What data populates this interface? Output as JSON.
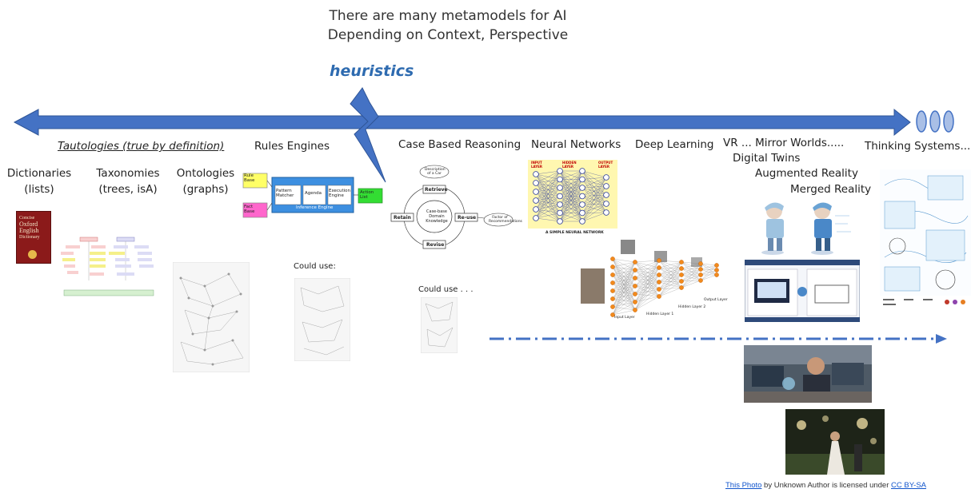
{
  "title": {
    "line1": "There are many metamodels for AI",
    "line2": "Depending on Context, Perspective"
  },
  "heuristics": "heuristics",
  "colors": {
    "arrow": "#4472c4",
    "accent_text": "#2e6bb0",
    "link": "#1155cc"
  },
  "categories": {
    "tautologies": "Tautologies (true by definition)",
    "dictionaries": {
      "line1": "Dictionaries",
      "line2": "(lists)"
    },
    "taxonomies": {
      "line1": "Taxonomies",
      "line2": "(trees, isA)"
    },
    "ontologies": {
      "line1": "Ontologies",
      "line2": "(graphs)"
    },
    "rules_engines": "Rules Engines",
    "case_based": "Case Based Reasoning",
    "neural_networks": "Neural Networks",
    "deep_learning": "Deep Learning",
    "vr": "VR ... Mirror Worlds.....",
    "digital_twins": "Digital Twins",
    "augmented_reality": "Augmented Reality",
    "merged_reality": "Merged Reality",
    "thinking_systems": "Thinking Systems..."
  },
  "could_use_1": "Could use:",
  "could_use_2": "Could use . . .",
  "dictionary_cover": {
    "line1": "Concise",
    "line2": "Oxford",
    "line3": "English",
    "line4": "Dictionary"
  },
  "rules_diagram": {
    "rule_base": "Rule Base",
    "fact_base": "Fact Base",
    "pattern_matcher": "Pattern Matcher",
    "agenda": "Agenda",
    "execution_engine": "Execution Engine",
    "inference_engine": "Inference Engine",
    "action_list": "Action List"
  },
  "cbr_diagram": {
    "description": "Description of a Car",
    "retrieve": "Retrieve",
    "retain": "Retain",
    "reuse": "Re-use",
    "revise": "Revise",
    "knowledge": "Case-base Domain Knowledge",
    "factor": "Factor of Recommendations"
  },
  "nn_diagram": {
    "input_layer": "INPUT LAYER",
    "hidden_layer": "HIDDEN LAYER",
    "output_layer": "OUTPUT LAYER",
    "caption": "A SIMPLE NEURAL NETWORK"
  },
  "dl_diagram": {
    "input_layer": "Input Layer",
    "hidden1": "Hidden Layer 1",
    "hidden2": "Hidden Layer 2",
    "output_layer": "Output Layer"
  },
  "attribution": {
    "link1": "This Photo",
    "middle": " by Unknown Author is licensed under ",
    "link2": "CC BY-SA"
  }
}
